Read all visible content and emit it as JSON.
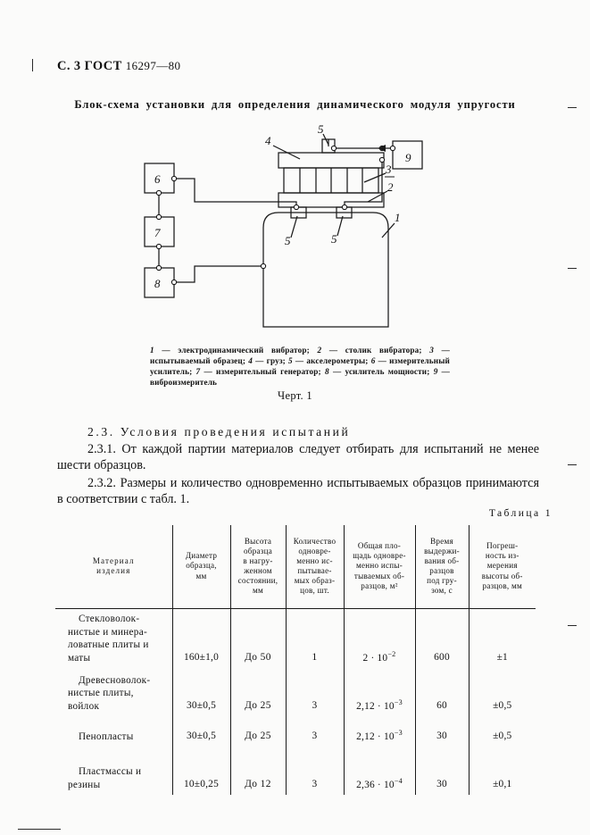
{
  "header": {
    "page_mark": "С. 3",
    "standard": "ГОСТ",
    "standard_number": "16297—80"
  },
  "figure": {
    "title": "Блок-схема установки для определения динамического модуля упругости",
    "number_label": "Черт. 1",
    "caption_segments": [
      {
        "num": "1",
        "text": " — электродинамический вибратор; "
      },
      {
        "num": "2",
        "text": " — столик вибратора; "
      },
      {
        "num": "3",
        "text": " — испытываемый образец; "
      },
      {
        "num": "4",
        "text": " — груз; "
      },
      {
        "num": "5",
        "text": " — акселерометры; "
      },
      {
        "num": "6",
        "text": " — измерительный усилитель; "
      },
      {
        "num": "7",
        "text": " — измерительный генератор; "
      },
      {
        "num": "8",
        "text": " — усилитель мощности; "
      },
      {
        "num": "9",
        "text": " — виброизмеритель"
      }
    ],
    "callouts": {
      "vessel": "1",
      "table": "2",
      "specimen": "3",
      "load": "4",
      "accel_top": "5",
      "accel_left": "5",
      "accel_right": "5",
      "amplifier": "6",
      "generator": "7",
      "power_amp": "8",
      "vibrometer": "9"
    }
  },
  "body": {
    "section_heading": "2.3. Условия проведения испытаний",
    "paragraph_1": "2.3.1. От каждой партии материалов следует отбирать для испытаний не менее шести образцов.",
    "paragraph_2": "2.3.2. Размеры и количество одновременно испытываемых образцов принимаются в соответствии с табл. 1."
  },
  "table": {
    "label": "Таблица 1",
    "headers": [
      "Материал изделия",
      "Диаметр образца, мм",
      "Высота образца в нагруженном состоянии, мм",
      "Количество одновременно испытываемых образцов, шт.",
      "Общая площадь одновременно испытываемых образцов, м²",
      "Время выдерживания образцов под грузом, с",
      "Погрешность измерения высоты образцов, мм"
    ],
    "header_lines": [
      [
        "Материал",
        "изделия"
      ],
      [
        "Диаметр",
        "образца,",
        "мм"
      ],
      [
        "Высота",
        "образца",
        "в нагру-",
        "женном",
        "состоянии,",
        "мм"
      ],
      [
        "Количество",
        "одновре-",
        "менно ис-",
        "пытывае-",
        "мых образ-",
        "цов, шт."
      ],
      [
        "Общая пло-",
        "щадь одновре-",
        "менно испы-",
        "тываемых об-",
        "разцов, м²"
      ],
      [
        "Время",
        "выдержи-",
        "вания об-",
        "разцов",
        "под гру-",
        "зом, с"
      ],
      [
        "Погреш-",
        "ность из-",
        "мерения",
        "высоты об-",
        "разцов, мм"
      ]
    ],
    "rows": [
      {
        "material_lines": [
          "Стекловолок-",
          "нистые и минера-",
          "ловатные плиты и",
          "маты"
        ],
        "diameter": "160±1,0",
        "height": "До 50",
        "quantity": "1",
        "area_mantissa": "2 · 10",
        "area_exponent": "−2",
        "time": "600",
        "error": "±1"
      },
      {
        "material_lines": [
          "Древесноволок-",
          "нистые  плиты,",
          "войлок"
        ],
        "diameter": "30±0,5",
        "height": "До 25",
        "quantity": "3",
        "area_mantissa": "2,12 · 10",
        "area_exponent": "−3",
        "time": "60",
        "error": "±0,5"
      },
      {
        "material_lines": [
          "Пенопласты"
        ],
        "diameter": "30±0,5",
        "height": "До 25",
        "quantity": "3",
        "area_mantissa": "2,12 · 10",
        "area_exponent": "−3",
        "time": "30",
        "error": "±0,5"
      },
      {
        "material_lines": [
          "Пластмассы и",
          "резины"
        ],
        "diameter": "10±0,25",
        "height": "До 12",
        "quantity": "3",
        "area_mantissa": "2,36 · 10",
        "area_exponent": "−4",
        "time": "30",
        "error": "±0,1"
      }
    ]
  },
  "colors": {
    "ink": "#111111",
    "paper": "#fbfbfa",
    "rule": "#1a1a1a"
  }
}
